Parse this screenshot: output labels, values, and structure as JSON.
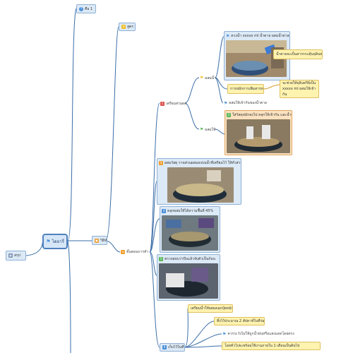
{
  "nodes": {
    "top_blue": "คือ 1",
    "summary": "สรุป",
    "root": "ไดอารี่",
    "use": "วิธีทำ",
    "formula": "สูตร",
    "steps": "ขั้นตอนการทำ",
    "prep": "เตรียมส่วนผสม",
    "water": "ผสมน้ำ",
    "mix": "ผสมให้",
    "card1_title": "ตวงน้ำ xxxxx ml น้ำตาล ผสมน้ำตาลผสมกัน",
    "note1": "น้ำตาลจะเป็นสารกระตุ้นจุลินทรีย์",
    "note2": "การหมักการเพิ่มสารหมักน้ำ",
    "note3": "จะช่วยให้จุลินทรีย์เป็น xxxxx ml ผสมให้เข้ากัน",
    "flag_note": "ผสมให้เข้ากันของน้ำตาลผสม",
    "card2_title": "ใส่วัสดุหมักลงไป คลุกให้เข้ากัน และน้ำตาลผสมคลุกกันให้เข้ากัน",
    "card3_title": "ผสมวัสดุ ราดส่วนผสมลงบนน้ำที่เตรียมไว้ ให้ทั่วส่วนผสมแล้วคลุก",
    "card4_title": "คลุกผสมให้ได้ความชื้นที่ 45%",
    "card5_title": "ตรวจสอบว่าบีบแล้วจับตัวเป็นก้อน",
    "note4": "เตรียมน้ำให้ผสมคลุกปุ๋ยหมักให้เข้ากัน",
    "note5": "ทิ้งไว้ประมาณ 2 สัปดาห์ในที่ร่ม",
    "note6": "ควรระวังไม่ให้ถูกน้ำฝนหรือแสงแดดโดยตรง",
    "note7": "โดยทั่วไปจะพร้อมใช้งานภายใน 1 เดือนเป็นต้นไป",
    "bottom": "เก็บไว้ในที่ร่มให้ดี แล้วหมักต่อไว้"
  },
  "icon_colors": {
    "blue": "#4a90d9",
    "yellow": "#f2c12e",
    "red": "#d9534f",
    "green": "#5cb85c",
    "orange": "#f0a030"
  }
}
